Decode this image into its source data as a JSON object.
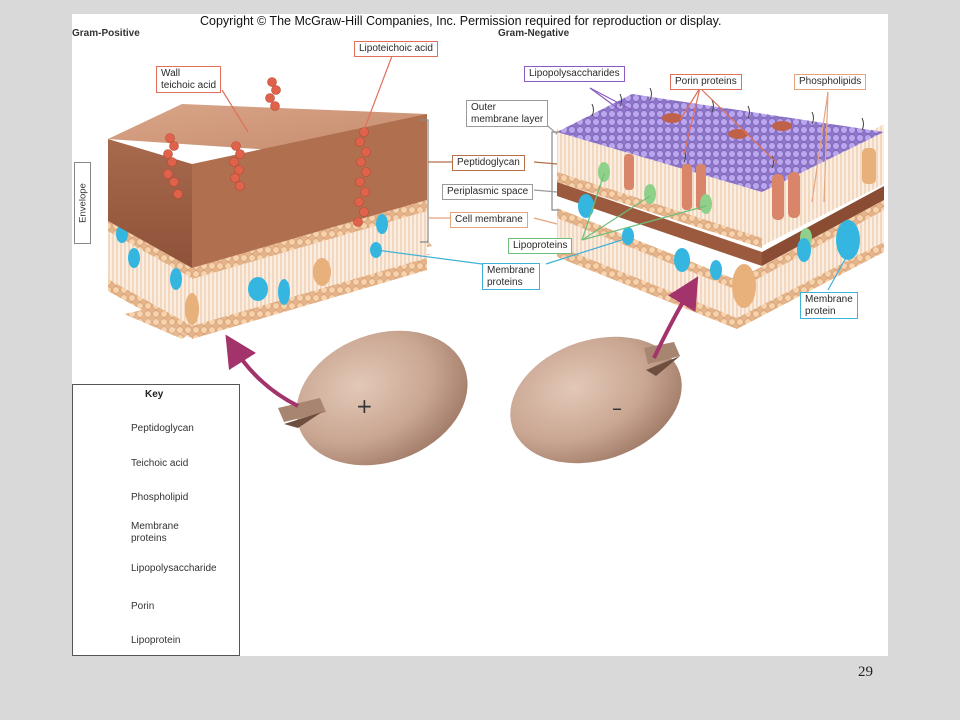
{
  "copyright": "Copyright © The McGraw-Hill Companies, Inc. Permission required for reproduction or display.",
  "headings": {
    "gram_positive": "Gram-Positive",
    "gram_negative": "Gram-Negative"
  },
  "labels": {
    "wall_teichoic_acid": "Wall\nteichoic acid",
    "lipoteichoic_acid": "Lipoteichoic acid",
    "peptidoglycan": "Peptidoglycan",
    "periplasmic_space": "Periplasmic space",
    "cell_membrane": "Cell membrane",
    "membrane_proteins": "Membrane\nproteins",
    "lipopolysaccharides": "Lipopolysaccharides",
    "outer_membrane_layer": "Outer\nmembrane layer",
    "porin_proteins": "Porin proteins",
    "phospholipids": "Phospholipids",
    "lipoproteins": "Lipoproteins",
    "membrane_protein": "Membrane\nprotein",
    "envelope": "Envelope"
  },
  "signs": {
    "positive": "+",
    "negative": "–"
  },
  "key": {
    "title": "Key",
    "items": [
      "Peptidoglycan",
      "Teichoic acid",
      "Phospholipid",
      "Membrane\nproteins",
      "Lipopolysaccharide",
      "Porin",
      "Lipoprotein"
    ]
  },
  "page_number": "29",
  "colors": {
    "peptidoglycan": "#b87a5e",
    "teichoic": "#e0624a",
    "phospholipid_head": "#f2c9a0",
    "membrane_protein_blue": "#35b6e0",
    "membrane_protein_tan": "#e8b07a",
    "lps_purple": "#9b7fd4",
    "porin": "#d9856a",
    "lipoprotein": "#8fd08a",
    "arrow": "#a3336b",
    "cell": "#c9a692"
  }
}
